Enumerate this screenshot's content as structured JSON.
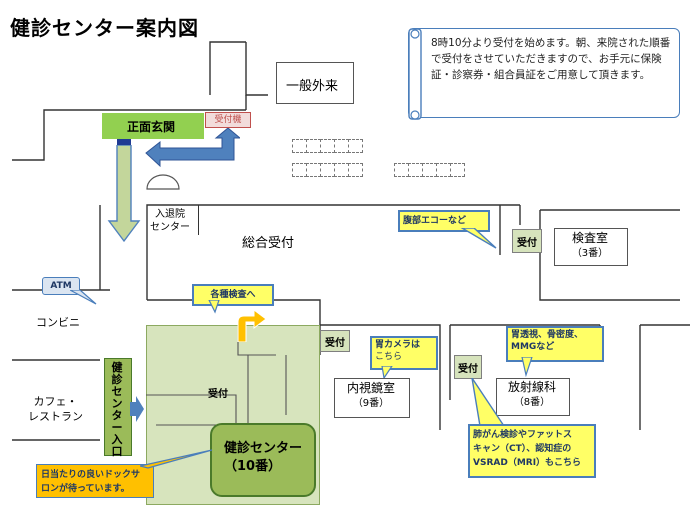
{
  "title": "健診センター案内図",
  "notice": "8時10分より受付を始めます。朝、来院された順番で受付をさせていただきますので、お手元に保険証・診察券・組合員証をご用意して頂きます。",
  "labels": {
    "general_outpatient": "一般外来",
    "main_entrance": "正面玄関",
    "reception_machine": "受付機",
    "admission_center_line1": "入退院",
    "admission_center_line2": "センター",
    "general_reception": "総合受付",
    "atm": "ATM",
    "convenience_store": "コンビニ",
    "cafe_line1": "カフェ・",
    "cafe_line2": "レストラン",
    "checkup_entrance": "健診センター入口",
    "reception": "受付",
    "checkup_center_line1": "健診センター",
    "checkup_center_line2": "（10番）",
    "endoscopy_line1": "内視鏡室",
    "endoscopy_line2": "（9番）",
    "radiology_line1": "放射線科",
    "radiology_line2": "（8番）",
    "exam_room_line1": "検査室",
    "exam_room_line2": "（3番）"
  },
  "callouts": {
    "various_exams": "各種検査へ",
    "abdominal_echo": "腹部エコーなど",
    "gastric_camera_line1": "胃カメラは",
    "gastric_camera_line2": "こちら",
    "stomach_xray_line1": "胃透視、骨密度、",
    "stomach_xray_line2": "MMGなど",
    "lung_cancer_line1": "肺がん検診やファットス",
    "lung_cancer_line2": "キャン（CT）、認知症の",
    "lung_cancer_line3": "VSRAD（MRI）もこちら",
    "lounge_line1": "日当たりの良いドックサ",
    "lounge_line2": "ロンが待っています。"
  },
  "colors": {
    "checkup_area": "#d7e4bd",
    "checkup_center": "#9bbb59",
    "callout_yellow": "#ffff66",
    "callout_orange": "#ffc000",
    "arrow_blue": "#4f81bd",
    "arrow_green": "#c3d69b"
  },
  "icons": [
    "direction-arrow-icon",
    "corner-arrow-icon",
    "scroll-icon"
  ]
}
